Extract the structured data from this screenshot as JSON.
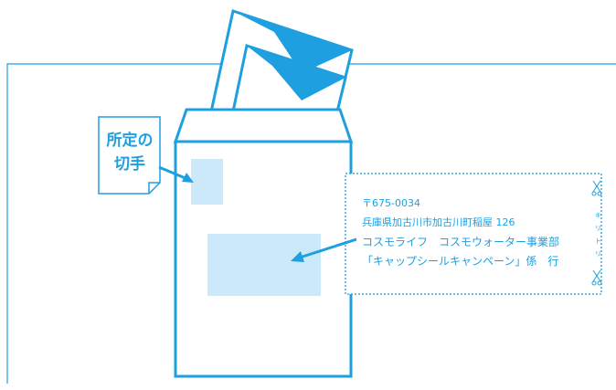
{
  "stamp_note": {
    "line1": "所定の",
    "line2": "切手"
  },
  "address_label": {
    "postal_code": "〒675-0034",
    "address": "兵庫県加古川市加古川町稲屋 126",
    "company": "コスモライフ　コスモウォーター事業部",
    "campaign": "「キャップシールキャンペーン」係　行"
  },
  "cut_marks": [
    "キ",
    "リ",
    "ト",
    "リ"
  ],
  "colors": {
    "accent": "#1e9fe0",
    "fill_light": "#cce9fa",
    "white": "#ffffff"
  }
}
